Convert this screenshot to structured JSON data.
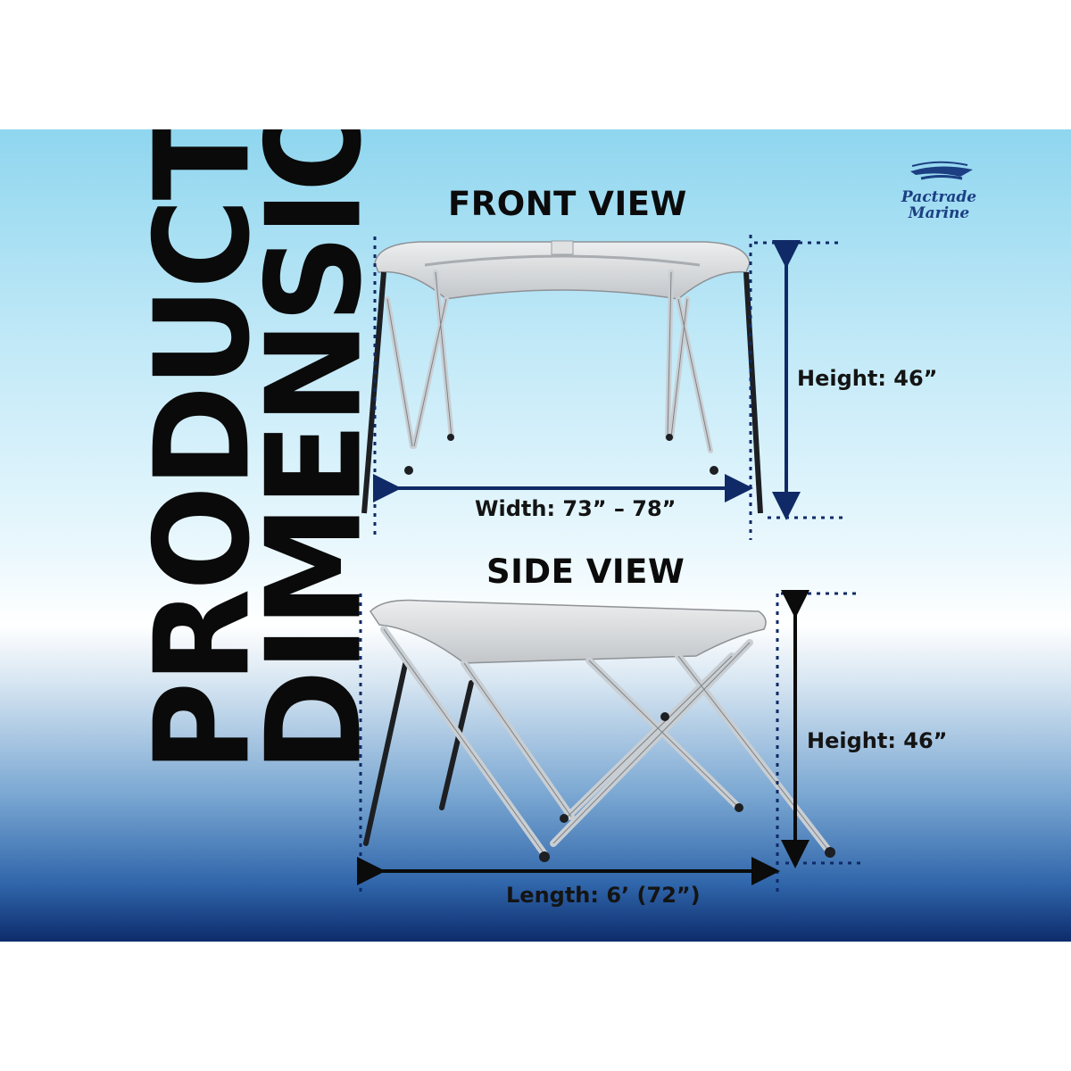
{
  "brand": {
    "line1": "Pactrade",
    "line2": "Marine",
    "color": "#1c3f83"
  },
  "headline": {
    "line1": "PRODUCT",
    "line2": "DIMENSION"
  },
  "front_view": {
    "title": "FRONT VIEW",
    "height_label": "Height: 46”",
    "width_label": "Width: 73” – 78”"
  },
  "side_view": {
    "title": "SIDE VIEW",
    "height_label": "Height: 46”",
    "length_label": "Length: 6’ (72”)"
  },
  "colors": {
    "arrow": "#0f2a66",
    "canopy": "#d4d6d8",
    "frame": "#c9ced3"
  }
}
